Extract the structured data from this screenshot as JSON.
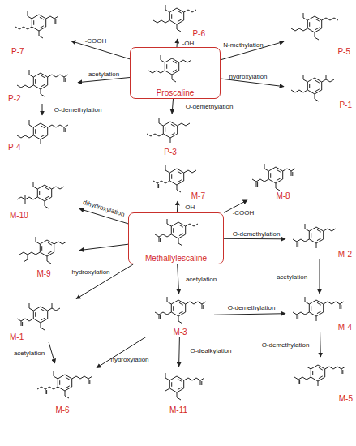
{
  "diagram": {
    "nodes": [
      {
        "text": [
          "P-6"
        ]
      },
      {
        "text": [
          "P-7"
        ]
      },
      {
        "text": [
          "P-5"
        ]
      },
      {
        "text": [
          "Proscaline"
        ]
      },
      {
        "text": [
          "P-2"
        ]
      },
      {
        "text": [
          "P-1"
        ]
      },
      {
        "text": [
          "P-4"
        ]
      },
      {
        "text": [
          "P-3"
        ]
      },
      {
        "text": [
          "M-10"
        ]
      },
      {
        "text": [
          "M-7"
        ]
      },
      {
        "text": [
          "M-8"
        ]
      },
      {
        "text": [
          "Methallylescaline"
        ]
      },
      {
        "text": [
          "M-9"
        ]
      },
      {
        "text": [
          "M-2"
        ]
      },
      {
        "text": [
          "M-1"
        ]
      },
      {
        "text": [
          "M-3"
        ]
      },
      {
        "text": [
          "M-4"
        ]
      },
      {
        "text": [
          "M-6"
        ]
      },
      {
        "text": [
          "M-11"
        ]
      },
      {
        "text": [
          "M-5"
        ]
      }
    ],
    "edges": [
      {
        "from": 3,
        "to": 1,
        "arrow": "to",
        "label": "-COOH"
      },
      {
        "from": 3,
        "to": 0,
        "arrow": "to",
        "label": "-OH"
      },
      {
        "from": 3,
        "to": 2,
        "arrow": "to",
        "label": "N-methylation"
      },
      {
        "from": 3,
        "to": 4,
        "arrow": "to",
        "label": "acetylation"
      },
      {
        "from": 3,
        "to": 5,
        "arrow": "to",
        "label": "hydroxylation"
      },
      {
        "from": 4,
        "to": 6,
        "arrow": "to",
        "label": "O-demethylation"
      },
      {
        "from": 3,
        "to": 7,
        "arrow": "to",
        "label": "O-demethylation"
      },
      {
        "from": 11,
        "to": 9,
        "arrow": "to",
        "label": "-OH"
      },
      {
        "from": 11,
        "to": 10,
        "arrow": "to",
        "label": "-COOH"
      },
      {
        "from": 11,
        "to": 8,
        "arrow": "to",
        "label": "dihydroxylation"
      },
      {
        "from": 11,
        "to": 12,
        "arrow": "to"
      },
      {
        "from": 11,
        "to": 13,
        "arrow": "to",
        "label": "O-demethylation"
      },
      {
        "from": 11,
        "to": 14,
        "arrow": "to",
        "label": "hydroxylation"
      },
      {
        "from": 11,
        "to": 15,
        "arrow": "to",
        "label": "acetylation"
      },
      {
        "from": 13,
        "to": 16,
        "arrow": "to",
        "label": "acetylation"
      },
      {
        "from": 15,
        "to": 16,
        "arrow": "to",
        "label": "O-demethylation"
      },
      {
        "from": 16,
        "to": 19,
        "arrow": "to",
        "label": "O-demethylation"
      },
      {
        "from": 14,
        "to": 17,
        "arrow": "to",
        "label": "acetylation"
      },
      {
        "from": 15,
        "to": 17,
        "arrow": "to",
        "label": "hydroxylation"
      },
      {
        "from": 15,
        "to": 18,
        "arrow": "to",
        "label": "O-dealkylation"
      }
    ]
  }
}
